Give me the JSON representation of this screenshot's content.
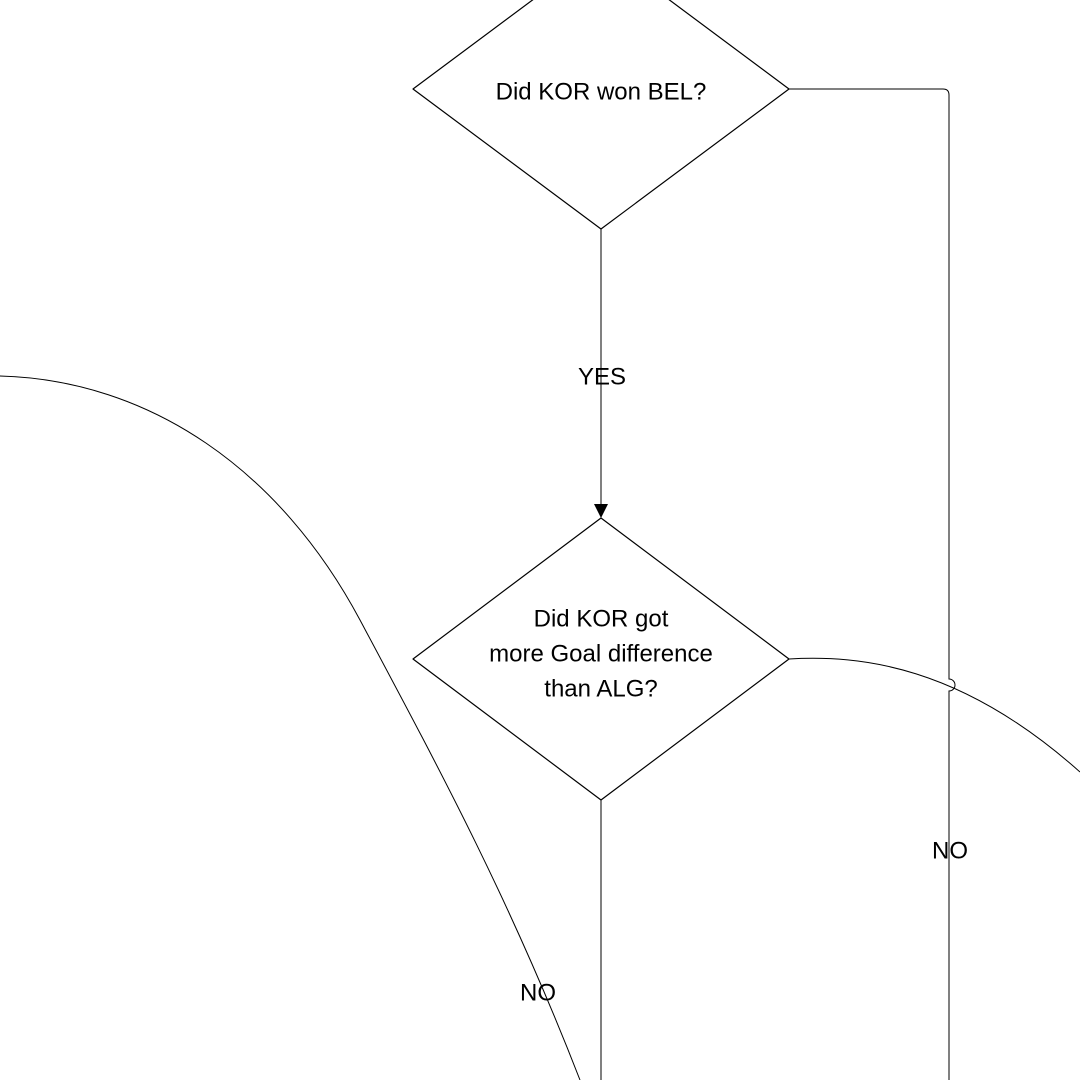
{
  "diagram": {
    "nodes": {
      "q_won_bel": {
        "lines": [
          "Did KOR won BEL?"
        ]
      },
      "q_goal_diff": {
        "lines": [
          "Did KOR got",
          "more Goal difference",
          "than ALG?"
        ]
      }
    },
    "edge_labels": {
      "won_bel_yes": "YES",
      "won_bel_no": "NO",
      "goal_diff_no": "NO"
    }
  }
}
